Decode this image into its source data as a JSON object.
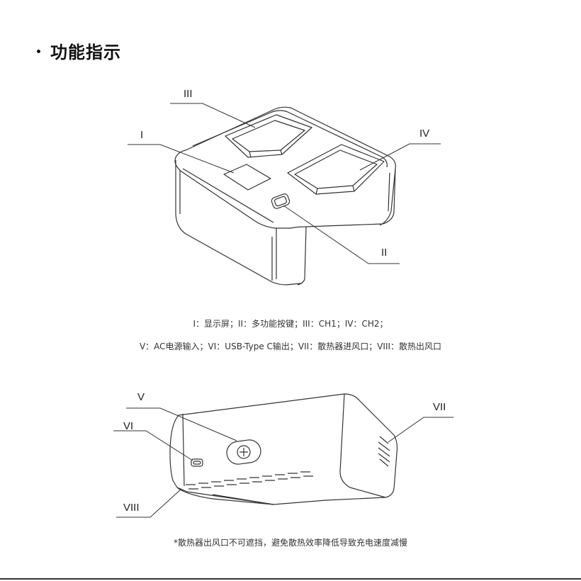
{
  "heading": "功能指示",
  "labels": {
    "top": [
      "I",
      "II",
      "III",
      "IV"
    ],
    "bottom": [
      "V",
      "VI",
      "VII",
      "VIII"
    ]
  },
  "captions": {
    "line1": "I：显示屏；II：多功能按键；III：CH1；IV：CH2；",
    "line2": "V：AC电源输入；VI：USB-Type C输出；VII：散热器进风口；VIII：散热出风口"
  },
  "note": "*散热器出风口不可遮挡，避免散热效率降低导致充电速度减慢",
  "colors": {
    "line": "#333333",
    "background": "#ffffff"
  }
}
